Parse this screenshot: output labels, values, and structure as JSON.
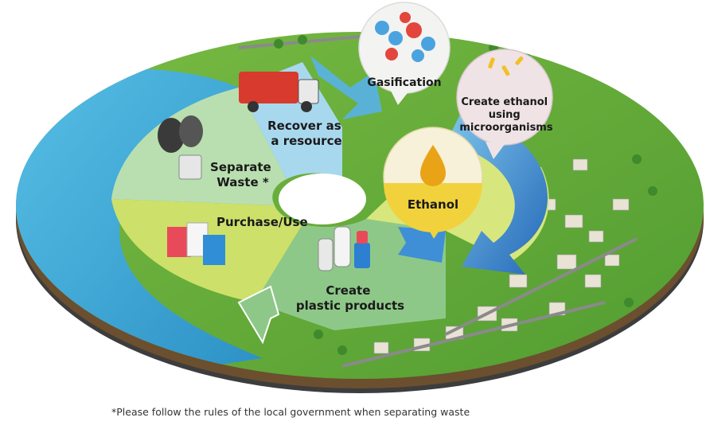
{
  "colors": {
    "water": "#3aa7d4",
    "land": "#6cae3a",
    "disk_side": "#4a4a4a",
    "step_light_blue": "#a8d8ee",
    "step_light_green": "#cde06a",
    "step_teal_green": "#8ec889",
    "step_mint": "#b9dfb0",
    "cycle_arrow_blue": "#2f7fc6",
    "ethanol_yellow": "#f2d23c"
  },
  "steps": [
    {
      "id": "recover",
      "lines": [
        "Recover as",
        "a resource"
      ]
    },
    {
      "id": "separate",
      "lines": [
        "Separate",
        "Waste *"
      ]
    },
    {
      "id": "purchase",
      "lines": [
        "Purchase/Use"
      ]
    },
    {
      "id": "plastic",
      "lines": [
        "Create",
        "plastic products"
      ]
    }
  ],
  "bubbles": {
    "gasification": "Gasification",
    "ethanol_lines": [
      "Create ethanol",
      "using",
      "microorganisms"
    ],
    "ethanol": "Ethanol"
  },
  "icons": [
    "garbage-truck-icon",
    "garbage-bags-icon",
    "shopping-bags-icon",
    "plastic-bottles-icon",
    "molecule-icon",
    "microorganism-icon",
    "ethanol-drop-icon"
  ],
  "footnote": "*Please follow the rules of the local government when separating waste"
}
